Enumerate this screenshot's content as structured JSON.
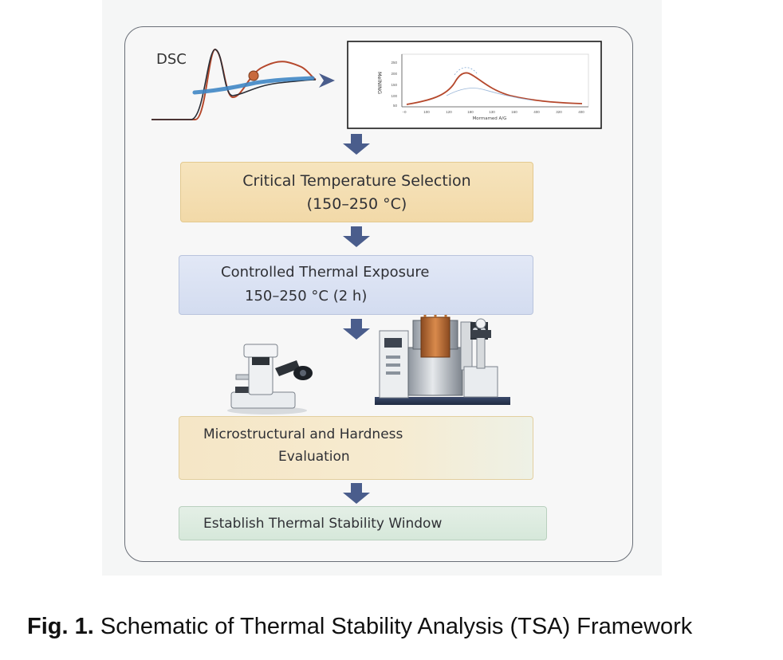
{
  "dsc_label": "DSC",
  "steps": {
    "s1": {
      "line1": "Critical Temperature Selection",
      "line2": "(150–250 °C)"
    },
    "s2": {
      "line1": "Controlled Thermal Exposure",
      "line2": "150–250 °C (2 h)"
    },
    "s3": {
      "line1": "Microstructural and Hardness",
      "line2": "Evaluation"
    },
    "s4": {
      "line1": "Establish Thermal Stability Window"
    }
  },
  "inset_plot": {
    "y_label": "MelNING",
    "x_label": "Mormamed A/G",
    "y_ticks": [
      "250",
      "200",
      "150",
      "100",
      "50"
    ],
    "x_ticks": [
      "−0",
      "100",
      "120",
      "180",
      "130",
      "160",
      "400",
      "320",
      "400"
    ]
  },
  "caption": {
    "prefix": "Fig. 1.",
    "text": " Schematic of Thermal Stability Analysis (TSA) Framework"
  },
  "colors": {
    "arrow": "#4a5d8c",
    "step1_fill": "#f3dcae",
    "step2_fill": "#d8e0f2",
    "step3_fill": "#f5e7c8",
    "step4_fill": "#dbeadd",
    "curve_red": "#b5482c",
    "curve_blue": "#3f86c4"
  },
  "icons": [
    "dsc-curve-icon",
    "dsc-plot-inset",
    "microscope-icon",
    "furnace-icon",
    "hardness-tester-icon",
    "indenter-icon"
  ]
}
